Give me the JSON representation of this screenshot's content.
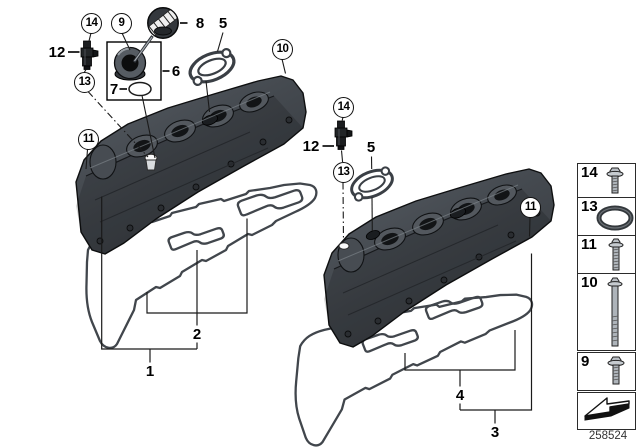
{
  "callouts": {
    "circled": [
      {
        "label": "14"
      },
      {
        "label": "9"
      },
      {
        "label": "13"
      },
      {
        "label": "11"
      },
      {
        "label": "10"
      },
      {
        "label": "14"
      },
      {
        "label": "13"
      },
      {
        "label": "11"
      }
    ],
    "plain": [
      {
        "label": "12"
      },
      {
        "label": "8"
      },
      {
        "label": "5"
      },
      {
        "label": "6"
      },
      {
        "label": "7"
      },
      {
        "label": "12"
      },
      {
        "label": "5"
      },
      {
        "label": "1"
      },
      {
        "label": "2"
      },
      {
        "label": "4"
      },
      {
        "label": "3"
      }
    ]
  },
  "legend": {
    "rows": [
      {
        "label": "14",
        "icon": "bolt-short-icon"
      },
      {
        "label": "13",
        "icon": "o-ring-icon"
      },
      {
        "label": "11",
        "icon": "bolt-medium-icon"
      },
      {
        "label": "10",
        "icon": "bolt-long-icon"
      },
      {
        "label": "9",
        "icon": "bolt-short-icon"
      },
      {
        "label": "",
        "icon": "direction-arrow-icon"
      }
    ],
    "part_number": "258524"
  },
  "colors": {
    "background": "#ffffff",
    "line": "#1a1a1a",
    "cover_dark": "#3b4045",
    "cover_mid": "#4d5258",
    "cover_light": "#6e747b",
    "gasket_line": "#41464c",
    "part_black": "#17191b"
  }
}
